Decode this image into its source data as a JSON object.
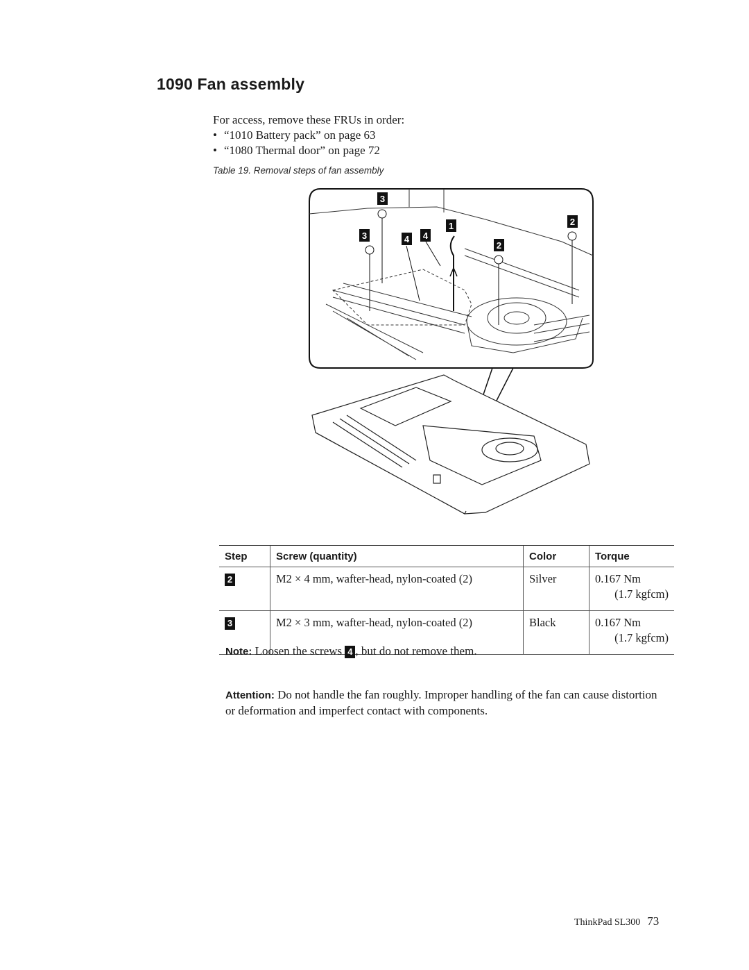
{
  "heading": "1090 Fan assembly",
  "intro": "For access, remove these FRUs in order:",
  "prereqs": [
    "“1010 Battery pack” on page 63",
    "“1080 Thermal door” on page 72"
  ],
  "caption": "Table 19. Removal steps of fan assembly",
  "figure": {
    "callouts": [
      "1",
      "2",
      "2",
      "3",
      "3",
      "4",
      "4"
    ]
  },
  "table": {
    "headers": [
      "Step",
      "Screw (quantity)",
      "Color",
      "Torque"
    ],
    "rows": [
      {
        "step": "2",
        "screw": "M2 × 4 mm, wafter-head, nylon-coated (2)",
        "color": "Silver",
        "torque_nm": "0.167 Nm",
        "torque_kgf": "(1.7 kgfcm)"
      },
      {
        "step": "3",
        "screw": "M2 × 3 mm, wafter-head, nylon-coated (2)",
        "color": "Black",
        "torque_nm": "0.167 Nm",
        "torque_kgf": "(1.7 kgfcm)"
      }
    ]
  },
  "note": {
    "label": "Note:",
    "before": "Loosen the screws",
    "callout": "4",
    "after": ", but do not remove them."
  },
  "attention": {
    "label": "Attention:",
    "text": "Do not handle the fan roughly. Improper handling of the fan can cause distortion or deformation and imperfect contact with components."
  },
  "footer": {
    "product": "ThinkPad SL300",
    "page": "73"
  }
}
